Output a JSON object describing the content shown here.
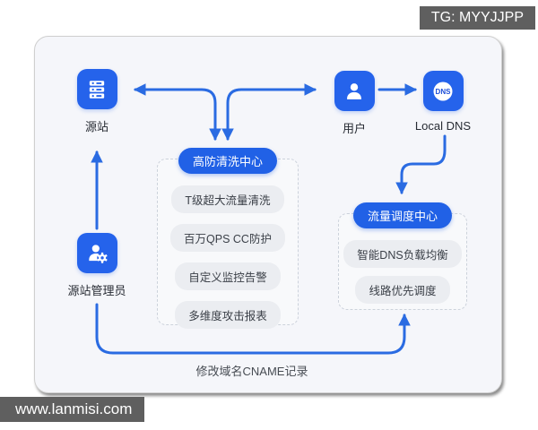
{
  "watermarks": {
    "top": "TG: MYYJJPP",
    "bottom": "www.lanmisi.com"
  },
  "nodes": {
    "origin": {
      "label": "源站",
      "icon": "server-icon"
    },
    "user": {
      "label": "用户",
      "icon": "user-icon"
    },
    "local_dns": {
      "label": "Local DNS",
      "icon": "dns-globe-icon",
      "icon_text": "DNS"
    },
    "admin": {
      "label": "源站管理员",
      "icon": "admin-gear-icon"
    }
  },
  "groups": {
    "scrubbing": {
      "title": "高防清洗中心",
      "items": [
        "T级超大流量清洗",
        "百万QPS CC防护",
        "自定义监控告警",
        "多维度攻击报表"
      ]
    },
    "scheduling": {
      "title": "流量调度中心",
      "items": [
        "智能DNS负载均衡",
        "线路优先调度"
      ]
    }
  },
  "edge_label": "修改域名CNAME记录",
  "edges": [
    {
      "from": "scrubbing",
      "to": "origin",
      "bidirectional": true
    },
    {
      "from": "scrubbing",
      "to": "user",
      "bidirectional": true
    },
    {
      "from": "user",
      "to": "local_dns"
    },
    {
      "from": "local_dns",
      "to": "scheduling"
    },
    {
      "from": "admin",
      "to": "origin"
    },
    {
      "from": "admin",
      "to": "scheduling",
      "label": "修改域名CNAME记录"
    }
  ],
  "colors": {
    "icon_blue": "#2563eb",
    "badge_blue": "#2161e6",
    "arrow_blue": "#2a6be2",
    "card_bg": "#f5f6fa",
    "pill_bg": "#ebedf1",
    "watermark_bg": "#5f5f5f"
  }
}
